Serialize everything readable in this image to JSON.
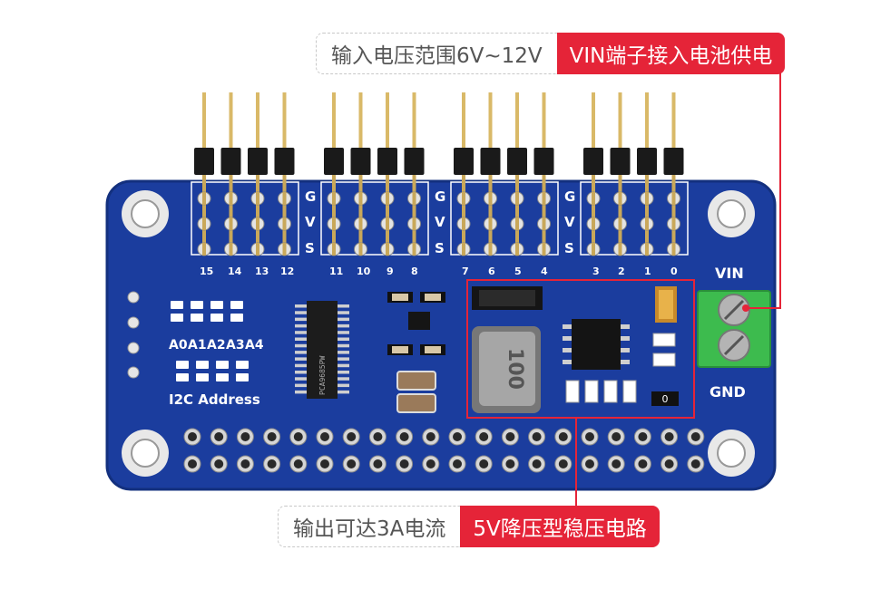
{
  "callouts": {
    "top": {
      "plain": "输入电压范围6V~12V",
      "highlight": "VIN端子接入电池供电"
    },
    "bottom": {
      "plain": "输出可达3A电流",
      "highlight": "5V降压型稳压电路"
    }
  },
  "board": {
    "color": "#1b3d9e",
    "row_labels": [
      "G",
      "V",
      "S"
    ],
    "pin_numbers": [
      "15",
      "14",
      "13",
      "12",
      "11",
      "10",
      "9",
      "8",
      "7",
      "6",
      "5",
      "4",
      "3",
      "2",
      "1",
      "0"
    ],
    "address_pins": [
      "A0",
      "A1",
      "A2",
      "A3",
      "A4"
    ],
    "address_title": "I2C Address",
    "terminal_labels": {
      "vin": "VIN",
      "gnd": "GND"
    },
    "inductor_marking": "100",
    "ic_marking": "PCA9685PW",
    "resistor_marking": "0"
  },
  "colors": {
    "accent": "#e52438",
    "terminal": "#3dbb4e",
    "header": "#1a1a1a",
    "pin": "#d9b968"
  }
}
